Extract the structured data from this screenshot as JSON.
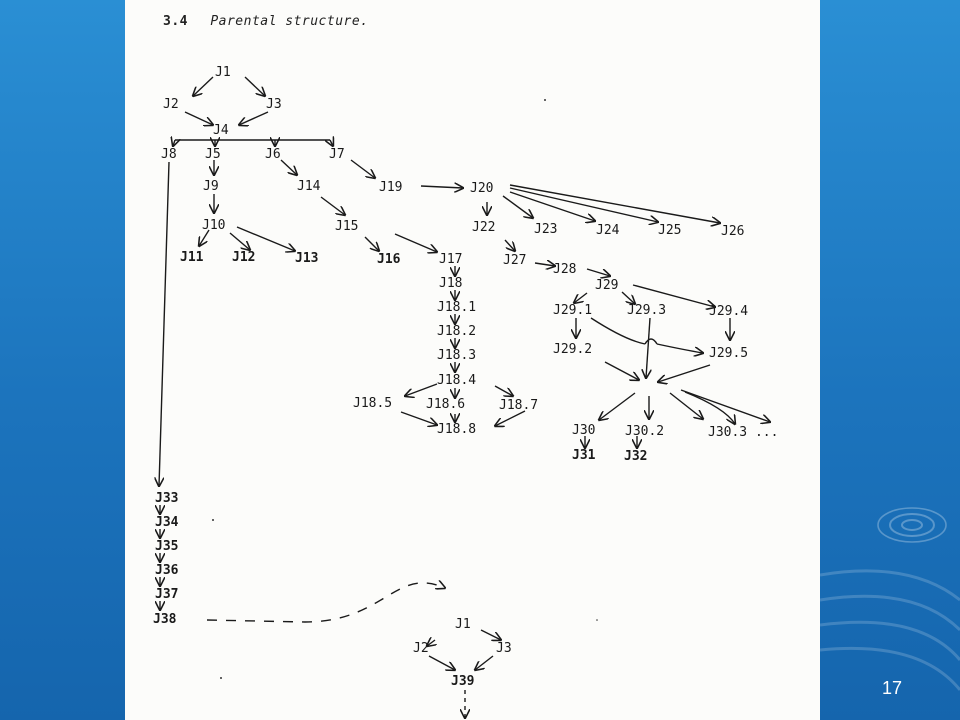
{
  "slide": {
    "page_number": "17",
    "section_number": "3.4",
    "section_title": "Parental structure.",
    "background_color": "#1c74bd",
    "sheet_color": "#fcfcfa"
  },
  "diagram": {
    "nodes": [
      {
        "id": "j1",
        "label": "J1"
      },
      {
        "id": "j2",
        "label": "J2"
      },
      {
        "id": "j3",
        "label": "J3"
      },
      {
        "id": "j4",
        "label": "J4"
      },
      {
        "id": "j8",
        "label": "J8"
      },
      {
        "id": "j5",
        "label": "J5"
      },
      {
        "id": "j6",
        "label": "J6"
      },
      {
        "id": "j7",
        "label": "J7"
      },
      {
        "id": "j9",
        "label": "J9"
      },
      {
        "id": "j14",
        "label": "J14"
      },
      {
        "id": "j19",
        "label": "J19"
      },
      {
        "id": "j20",
        "label": "J20"
      },
      {
        "id": "j10",
        "label": "J10"
      },
      {
        "id": "j15",
        "label": "J15"
      },
      {
        "id": "j22",
        "label": "J22"
      },
      {
        "id": "j23",
        "label": "J23"
      },
      {
        "id": "j24",
        "label": "J24"
      },
      {
        "id": "j25",
        "label": "J25"
      },
      {
        "id": "j26",
        "label": "J26"
      },
      {
        "id": "j11",
        "label": "J11"
      },
      {
        "id": "j12",
        "label": "J12"
      },
      {
        "id": "j13",
        "label": "J13"
      },
      {
        "id": "j16",
        "label": "J16"
      },
      {
        "id": "j17",
        "label": "J17"
      },
      {
        "id": "j27",
        "label": "J27"
      },
      {
        "id": "j28",
        "label": "J28"
      },
      {
        "id": "j18",
        "label": "J18"
      },
      {
        "id": "j29",
        "label": "J29"
      },
      {
        "id": "j18_1",
        "label": "J18.1"
      },
      {
        "id": "j29_1",
        "label": "J29.1"
      },
      {
        "id": "j29_3",
        "label": "J29.3"
      },
      {
        "id": "j29_4",
        "label": "J29.4"
      },
      {
        "id": "j18_2",
        "label": "J18.2"
      },
      {
        "id": "j29_2",
        "label": "J29.2"
      },
      {
        "id": "j29_5",
        "label": "J29.5"
      },
      {
        "id": "j18_3",
        "label": "J18.3"
      },
      {
        "id": "j18_4",
        "label": "J18.4"
      },
      {
        "id": "j18_5",
        "label": "J18.5"
      },
      {
        "id": "j18_6",
        "label": "J18.6"
      },
      {
        "id": "j18_7",
        "label": "J18.7"
      },
      {
        "id": "j18_8",
        "label": "J18.8"
      },
      {
        "id": "j30",
        "label": "J30"
      },
      {
        "id": "j30_2",
        "label": "J30.2"
      },
      {
        "id": "j30_3",
        "label": "J30.3 ..."
      },
      {
        "id": "j31",
        "label": "J31"
      },
      {
        "id": "j32",
        "label": "J32"
      },
      {
        "id": "j33",
        "label": "J33"
      },
      {
        "id": "j34",
        "label": "J34"
      },
      {
        "id": "j35",
        "label": "J35"
      },
      {
        "id": "j36",
        "label": "J36"
      },
      {
        "id": "j37",
        "label": "J37"
      },
      {
        "id": "j38",
        "label": "J38"
      },
      {
        "id": "j1b",
        "label": "J1"
      },
      {
        "id": "j2b",
        "label": "J2"
      },
      {
        "id": "j3b",
        "label": "J3"
      },
      {
        "id": "j39",
        "label": "J39"
      }
    ]
  }
}
